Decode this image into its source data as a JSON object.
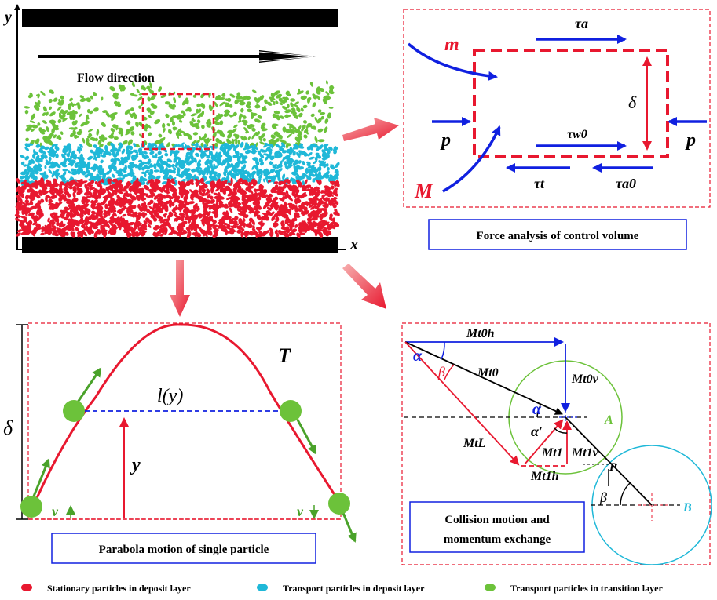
{
  "deposit_panel": {
    "axis_y": "y",
    "axis_x": "x",
    "flow_label": "Flow direction"
  },
  "force_panel": {
    "caption": "Force analysis of control volume",
    "labels": {
      "tau_a": "τa",
      "tau_w0": "τw0",
      "tau_t": "τt",
      "tau_a0": "τa0",
      "m_small": "m",
      "m_big": "M",
      "p_left": "p",
      "p_right": "p",
      "delta": "δ"
    }
  },
  "parabola_panel": {
    "caption": "Parabola motion of single particle",
    "labels": {
      "T": "T",
      "l_y": "l(y)",
      "y": "y",
      "delta": "δ",
      "v_left": "v",
      "v_right": "v"
    }
  },
  "collision_panel": {
    "caption_line1": "Collision motion and",
    "caption_line2": "momentum exchange",
    "labels": {
      "alpha_top": "α",
      "beta_top": "β",
      "Mt0h": "Mt0h",
      "Mt0": "Mt0",
      "Mt0v": "Mt0v",
      "alpha_mid": "α",
      "alpha_prime": "α′",
      "A": "A",
      "MtL": "MtL",
      "Mt1": "Mt1",
      "Mt1v": "Mt1v",
      "P": "P",
      "Mt1h": "Mt1h",
      "beta_low": "β",
      "B": "B"
    }
  },
  "legend": [
    {
      "label": "Stationary particles in deposit layer",
      "color": "#e8182f"
    },
    {
      "label": "Transport particles in deposit layer",
      "color": "#1fb8d8"
    },
    {
      "label": "Transport particles in transition  layer",
      "color": "#6cc23a"
    }
  ],
  "colors": {
    "red": "#e8182f",
    "cyan": "#1fb8d8",
    "green": "#6cc23a",
    "blue": "#1020e0",
    "dashed_red": "#e8182f"
  }
}
